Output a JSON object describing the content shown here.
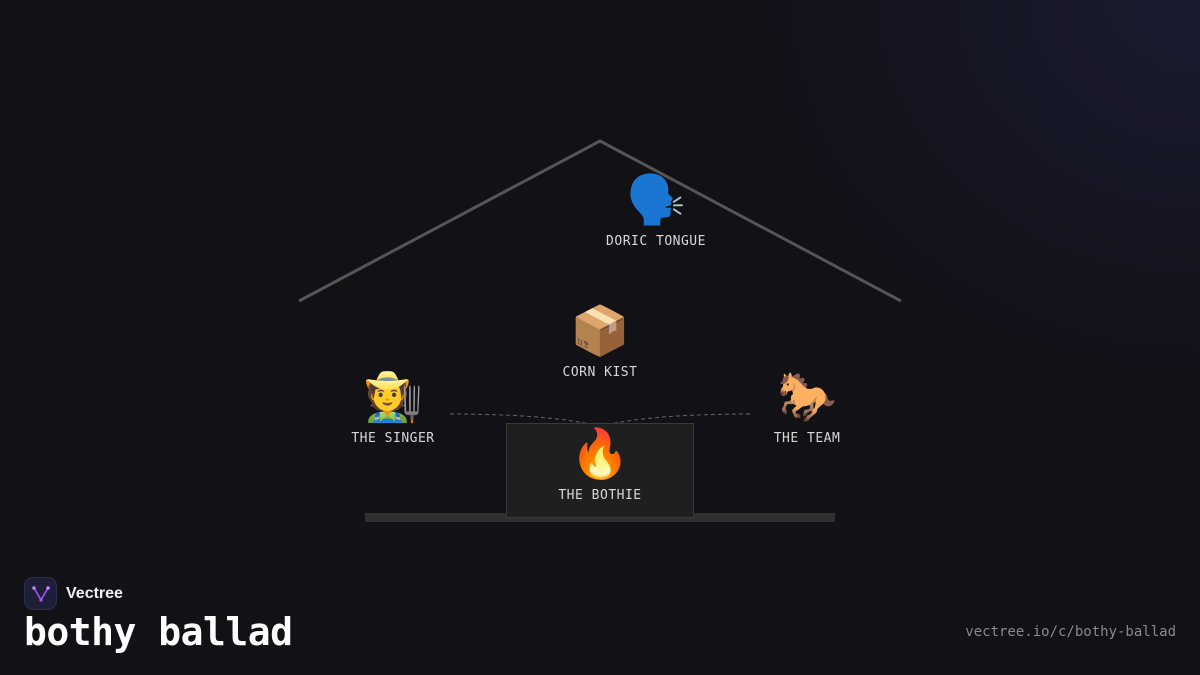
{
  "brand": {
    "name": "Vectree"
  },
  "title": "bothy ballad",
  "url": "vectree.io/c/bothy-ballad",
  "diagram": {
    "nodes": {
      "doric_tongue": {
        "emoji": "🗣️",
        "label": "DORIC TONGUE"
      },
      "corn_kist": {
        "emoji": "📦",
        "label": "CORN KIST"
      },
      "singer": {
        "emoji": "🧑‍🌾",
        "label": "THE SINGER"
      },
      "team": {
        "emoji": "🐎",
        "label": "THE TEAM"
      },
      "bothie": {
        "emoji": "🔥",
        "label": "THE BOTHIE"
      }
    }
  },
  "colors": {
    "background": "#111116",
    "roof_line": "#555555",
    "floor": "#3a3a3a",
    "dashed_link": "#666666",
    "logo_accent": "#a855f7"
  }
}
